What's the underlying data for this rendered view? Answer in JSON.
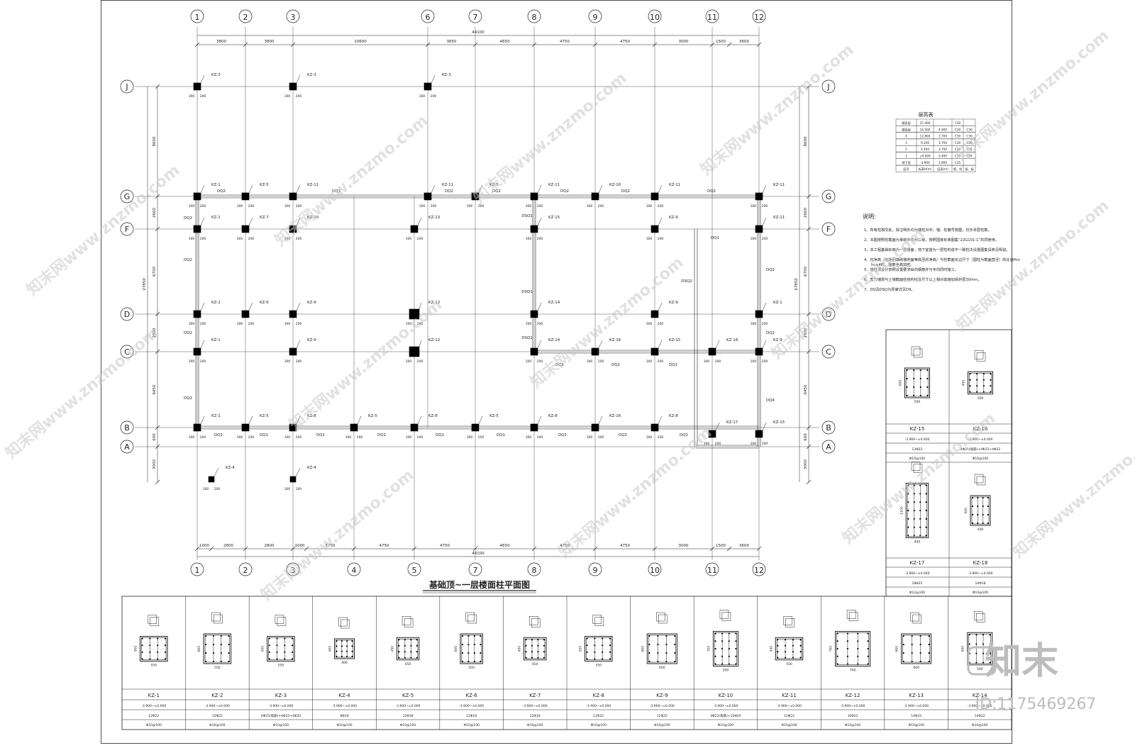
{
  "plan": {
    "title": "基础顶~一层楼面柱平面图",
    "grid_x_labels": [
      "1",
      "2",
      "3",
      "4",
      "5",
      "6",
      "7",
      "8",
      "9",
      "10",
      "11",
      "12"
    ],
    "grid_y_labels": [
      "J",
      "G",
      "F",
      "D",
      "C",
      "B",
      "A"
    ],
    "top_dims": [
      "3800",
      "3800",
      "10600",
      "3650",
      "4650",
      "4750",
      "4750",
      "3000",
      "1500",
      "3600"
    ],
    "top_total": "44100",
    "bottom_dims": [
      "1000",
      "2800",
      "2800",
      "1000",
      "4750",
      "4750",
      "4750",
      "4650",
      "4750",
      "4750",
      "3000",
      "1500",
      "3600"
    ],
    "bottom_total": "44100",
    "left_dims": [
      "8600",
      "2600",
      "6700",
      "2900",
      "6450",
      "600",
      "3000"
    ],
    "left_total": "27850",
    "right_dims": [
      "8600",
      "2600",
      "6700",
      "2900",
      "6450",
      "600",
      "3000"
    ],
    "right_total": "27850",
    "beam_labels": [
      "DQ2",
      "DQ3",
      "DQ1",
      "DQ4",
      "DSQ1",
      "DSQ2"
    ],
    "column_tags": {
      "J": [
        "KZ-3",
        "KZ-3",
        "KZ-3"
      ],
      "G": [
        "KZ-1",
        "KZ-5",
        "KZ-11",
        "KZ-11",
        "KZ-5",
        "KZ-11",
        "KZ-16",
        "KZ-11",
        "KZ-11"
      ],
      "F": [
        "KZ-1",
        "KZ-7",
        "KZ-10",
        "KZ-13",
        "KZ-15",
        "KZ-9",
        "KZ-11"
      ],
      "D": [
        "KZ-2",
        "KZ-6",
        "KZ-9",
        "KZ-12",
        "KZ-14",
        "KZ-9",
        "KZ-1"
      ],
      "C": [
        "KZ-1",
        "KZ-9",
        "KZ-12",
        "KZ-14",
        "KZ-16",
        "KZ-15",
        "KZ-18",
        "KZ-9"
      ],
      "B": [
        "KZ-1",
        "KZ-5",
        "KZ-8",
        "KZ-5",
        "KZ-8",
        "KZ-5",
        "KZ-8",
        "KZ-16",
        "KZ-8",
        "KZ-17",
        "KZ-15"
      ],
      "extra": [
        "KZ-4",
        "KZ-4"
      ]
    }
  },
  "floor_table": {
    "title": "层高表",
    "rows": [
      [
        "屋面层",
        "21.400",
        "",
        "C30"
      ],
      [
        "屋面层",
        "16.500",
        "4.900",
        "C30",
        "C30"
      ],
      [
        "4",
        "12.800",
        "3.700",
        "C30",
        "C30"
      ],
      [
        "3",
        "9.100",
        "3.700",
        "C30",
        "C30"
      ],
      [
        "2",
        "5.400",
        "3.700",
        "C30",
        "C35"
      ],
      [
        "1",
        "±0.000",
        "5.400",
        "C35",
        "C35"
      ],
      [
        "地下室",
        "-3.900",
        "3.900",
        "C35",
        ""
      ]
    ],
    "footer": [
      "层号",
      "标高H(m)",
      "层高(m)",
      "墙、柱",
      "梁、板"
    ]
  },
  "notes": {
    "title": "说明:",
    "items": [
      "1、所有柱相交处，除注明外均为墙柱对中，墙、柱偏号按图，仅示本层柱数。",
      "2、本图按照柱截面为单前外均为三级，按照国家标准图集“22G101-1”共同使用。",
      "3、本工程基础标高为一层楼面，地下室首为一层柱构造不一致柱法设置图集请参见明说。",
      "4、柱净高（包括回填砌墙地面等高至的净高）与柱截面长边尺寸（圆柱为截面直径）的比值Hn/hc≤4时，箍筋全高加密。",
      "5、墙柱须设计按照设置要求纵向钢筋并与专向同时施工。",
      "6、剪力墙梁与土墙截面柱结构柱及尺寸以上相对其接加保护层30mm。",
      "7、DQ及DSQ为厚度详见D9。"
    ]
  },
  "schedule_bottom": [
    {
      "name": "KZ-1",
      "elev": "-3.900~±0.000",
      "main": "12Φ22",
      "stirrup": "Φ10@100",
      "w": "550",
      "h": "500"
    },
    {
      "name": "KZ-2",
      "elev": "-3.900~±0.000",
      "main": "12Φ22",
      "stirrup": "Φ10@100",
      "w": "550",
      "h": "600"
    },
    {
      "name": "KZ-3",
      "elev": "-3.900~±0.000",
      "main": "4Φ25(角筋)+4Φ25+4Φ20",
      "stirrup": "Φ10@100",
      "w": "550",
      "h": "500"
    },
    {
      "name": "KZ-4",
      "elev": "-3.900~±0.000",
      "main": "8Φ18",
      "stirrup": "Φ10@100",
      "w": "400",
      "h": "400"
    },
    {
      "name": "KZ-5",
      "elev": "-3.900~±0.000",
      "main": "12Φ18",
      "stirrup": "Φ10@100",
      "w": "450",
      "h": "450"
    },
    {
      "name": "KZ-6",
      "elev": "-3.900~±0.000",
      "main": "12Φ18",
      "stirrup": "Φ10@100",
      "w": "450",
      "h": "600"
    },
    {
      "name": "KZ-7",
      "elev": "-3.900~±0.000",
      "main": "12Φ18",
      "stirrup": "Φ10@100",
      "w": "450",
      "h": "450"
    },
    {
      "name": "KZ-8",
      "elev": "-3.900~±0.000",
      "main": "12Φ22",
      "stirrup": "Φ10@100",
      "w": "550",
      "h": "500"
    },
    {
      "name": "KZ-9",
      "elev": "-3.900~±0.000",
      "main": "12Φ25",
      "stirrup": "Φ10@100",
      "w": "600",
      "h": "600"
    },
    {
      "name": "KZ-10",
      "elev": "-3.900~±0.000",
      "main": "4Φ22(角筋)+10Φ20",
      "stirrup": "Φ10@100",
      "w": "500",
      "h": "700"
    },
    {
      "name": "KZ-11",
      "elev": "-3.900~±0.000",
      "main": "12Φ22",
      "stirrup": "Φ10@100",
      "w": "550",
      "h": "450"
    },
    {
      "name": "KZ-12",
      "elev": "-3.900~±0.000",
      "main": "16Φ22",
      "stirrup": "Φ10@100",
      "w": "700",
      "h": "700"
    },
    {
      "name": "KZ-13",
      "elev": "-3.900~±0.000",
      "main": "14Φ25",
      "stirrup": "Φ10@100",
      "w": "600",
      "h": "600"
    },
    {
      "name": "KZ-14",
      "elev": "-3.900~±0.000",
      "main": "14Φ22",
      "stirrup": "Φ10@100",
      "w": "500",
      "h": "650"
    }
  ],
  "schedule_right": [
    {
      "name": "KZ-15",
      "elev": "-3.900~±0.000",
      "main": "12Φ22",
      "stirrup": "Φ10@100",
      "w": "500",
      "h": "600"
    },
    {
      "name": "KZ-16",
      "elev": "-3.900~±0.000",
      "main": "4Φ25(角筋)+4Φ25+4Φ22",
      "stirrup": "Φ10@100",
      "w": "500",
      "h": "450"
    },
    {
      "name": "KZ-17",
      "elev": "-3.900~±0.000",
      "main": "18Φ25",
      "stirrup": "Φ12@100",
      "w": "450",
      "h": "1100"
    },
    {
      "name": "KZ-18",
      "elev": "-3.900~±0.000",
      "main": "10Φ18",
      "stirrup": "Φ10@100",
      "w": "400",
      "h": "600"
    }
  ],
  "watermark": {
    "brand": "知末",
    "id": "ID:1175469267",
    "tile": "知末网www.znzmo.com"
  },
  "colors": {
    "line": "#222222",
    "grid": "#333333",
    "watermark": "#c8c8c8",
    "brand": "#bdbdbd"
  }
}
